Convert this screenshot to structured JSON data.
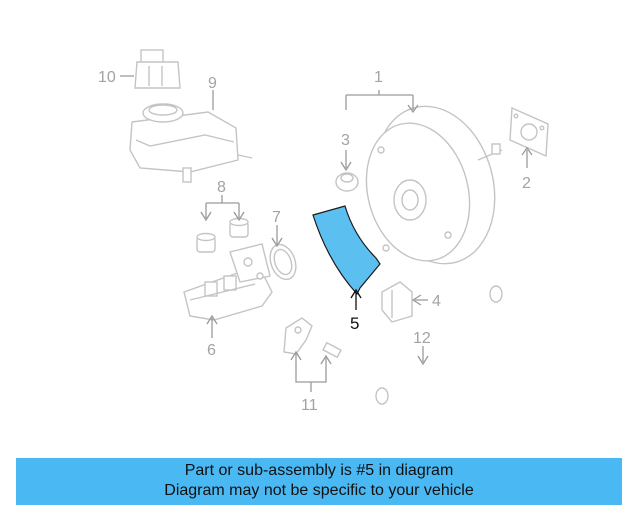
{
  "colors": {
    "highlight": "#5bc0f0",
    "highlight_outline": "#1a1a1a",
    "part_outline": "#c4c4c4",
    "banner": "#4ab8f3",
    "callout_text": "#a3a3a3"
  },
  "diagram": {
    "callouts": {
      "c1": "1",
      "c2": "2",
      "c3": "3",
      "c4": "4",
      "c5": "5",
      "c6": "6",
      "c7": "7",
      "c8": "8",
      "c9": "9",
      "c10": "10",
      "c11": "11",
      "c12": "12"
    },
    "highlighted_part": "5"
  },
  "banner": {
    "line1": "Part or sub-assembly is #5 in diagram",
    "line2": "Diagram may not be specific to your vehicle"
  }
}
